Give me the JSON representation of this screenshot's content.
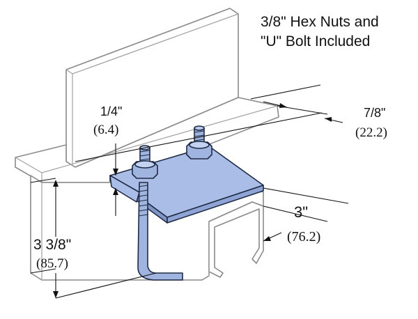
{
  "note": {
    "line1": "3/8\" Hex Nuts and",
    "line2": "\"U\" Bolt Included"
  },
  "dimensions": {
    "thickness_imperial": "1/4\"",
    "thickness_metric": "(6.4)",
    "flange_imperial": "7/8\"",
    "flange_metric": "(22.2)",
    "width_imperial": "3\"",
    "width_metric": "(76.2)",
    "height_imperial": "3 3/8\"",
    "height_metric": "(85.7)"
  },
  "colors": {
    "clamp_fill": "#a9bde6",
    "clamp_shadow": "#7f95c6",
    "bolt_fill": "#9fb4df",
    "outline": "#8a8a8a"
  }
}
